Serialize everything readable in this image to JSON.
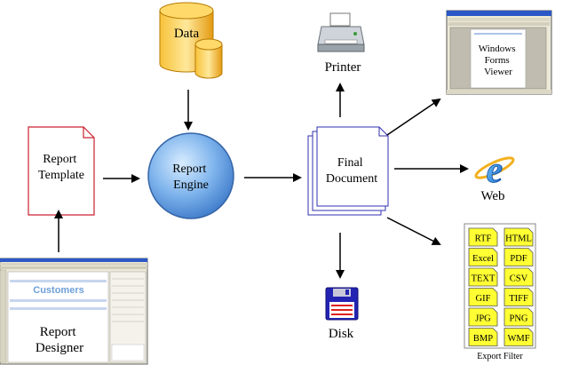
{
  "nodes": {
    "data": "Data",
    "printer": "Printer",
    "report_template": [
      "Report",
      "Template"
    ],
    "report_engine": [
      "Report",
      "Engine"
    ],
    "final_document": [
      "Final",
      "Document"
    ],
    "report_designer": [
      "Report",
      "Designer"
    ],
    "windows_forms_viewer": [
      "Windows",
      "Forms",
      "Viewer"
    ],
    "web": "Web",
    "disk": "Disk",
    "export_filter": "Export Filter",
    "designer_title": "Customers",
    "web_icon_letter": "e"
  },
  "export_formats": [
    [
      "RTF",
      "HTML"
    ],
    [
      "Excel",
      "PDF"
    ],
    [
      "TEXT",
      "CSV"
    ],
    [
      "GIF",
      "TIFF"
    ],
    [
      "JPG",
      "PNG"
    ],
    [
      "BMP",
      "WMF"
    ]
  ],
  "colors": {
    "engine_blue": "#6fa8e8",
    "data_gold": "#f2b01e",
    "export_yellow": "#ffff33",
    "disk_blue": "#2020b0",
    "template_red": "#cc2030",
    "web_blue": "#1a6fd6"
  }
}
